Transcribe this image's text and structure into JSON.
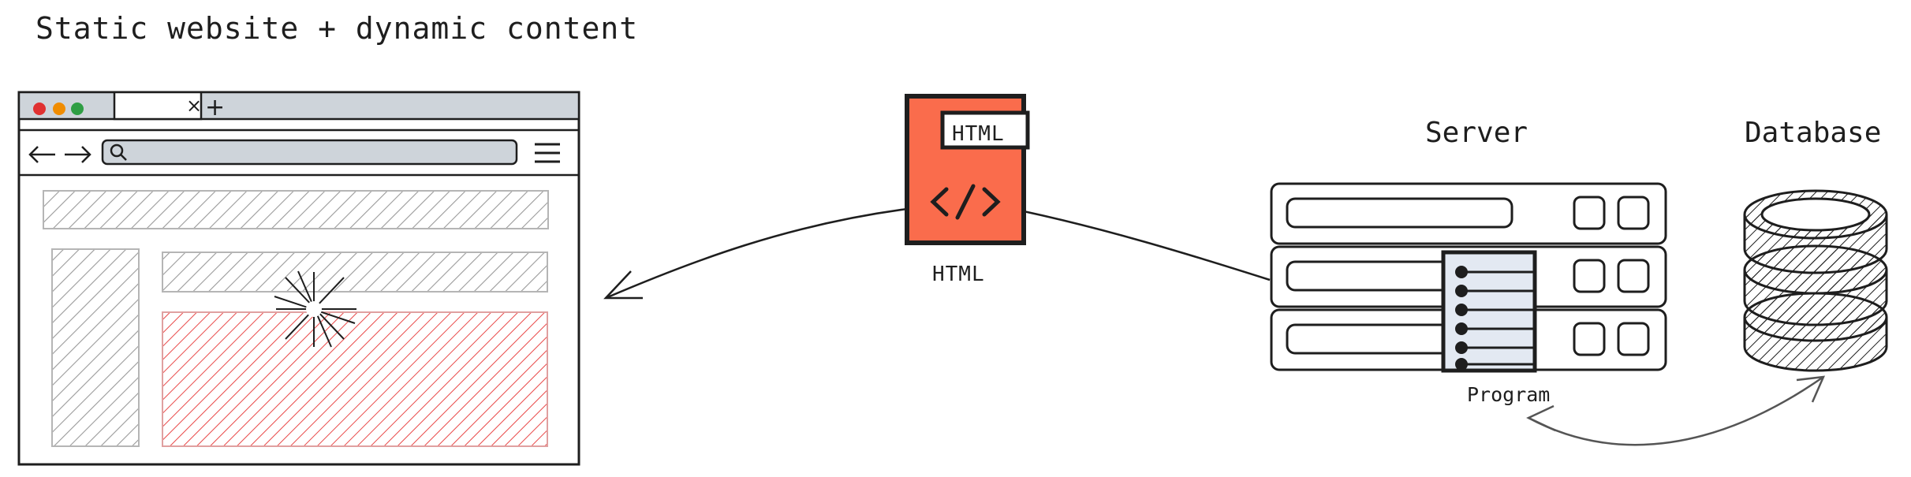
{
  "title": "Static website + dynamic content",
  "html_document": {
    "badge": "HTML",
    "code_symbol": "</>",
    "caption": "HTML"
  },
  "server": {
    "label": "Server",
    "program_label": "Program"
  },
  "database": {
    "label": "Database"
  },
  "browser": {
    "tab_close": "×",
    "new_tab": "+"
  },
  "colors": {
    "html_file": "#fa6c4c",
    "dynamic_content": "#e94848",
    "static_content": "#a9a9a9",
    "program_panel": "#e3e9f2",
    "stroke": "#1e1e1e"
  },
  "icons": [
    "back-arrow-icon",
    "forward-arrow-icon",
    "search-icon",
    "hamburger-menu-icon",
    "code-icon"
  ]
}
